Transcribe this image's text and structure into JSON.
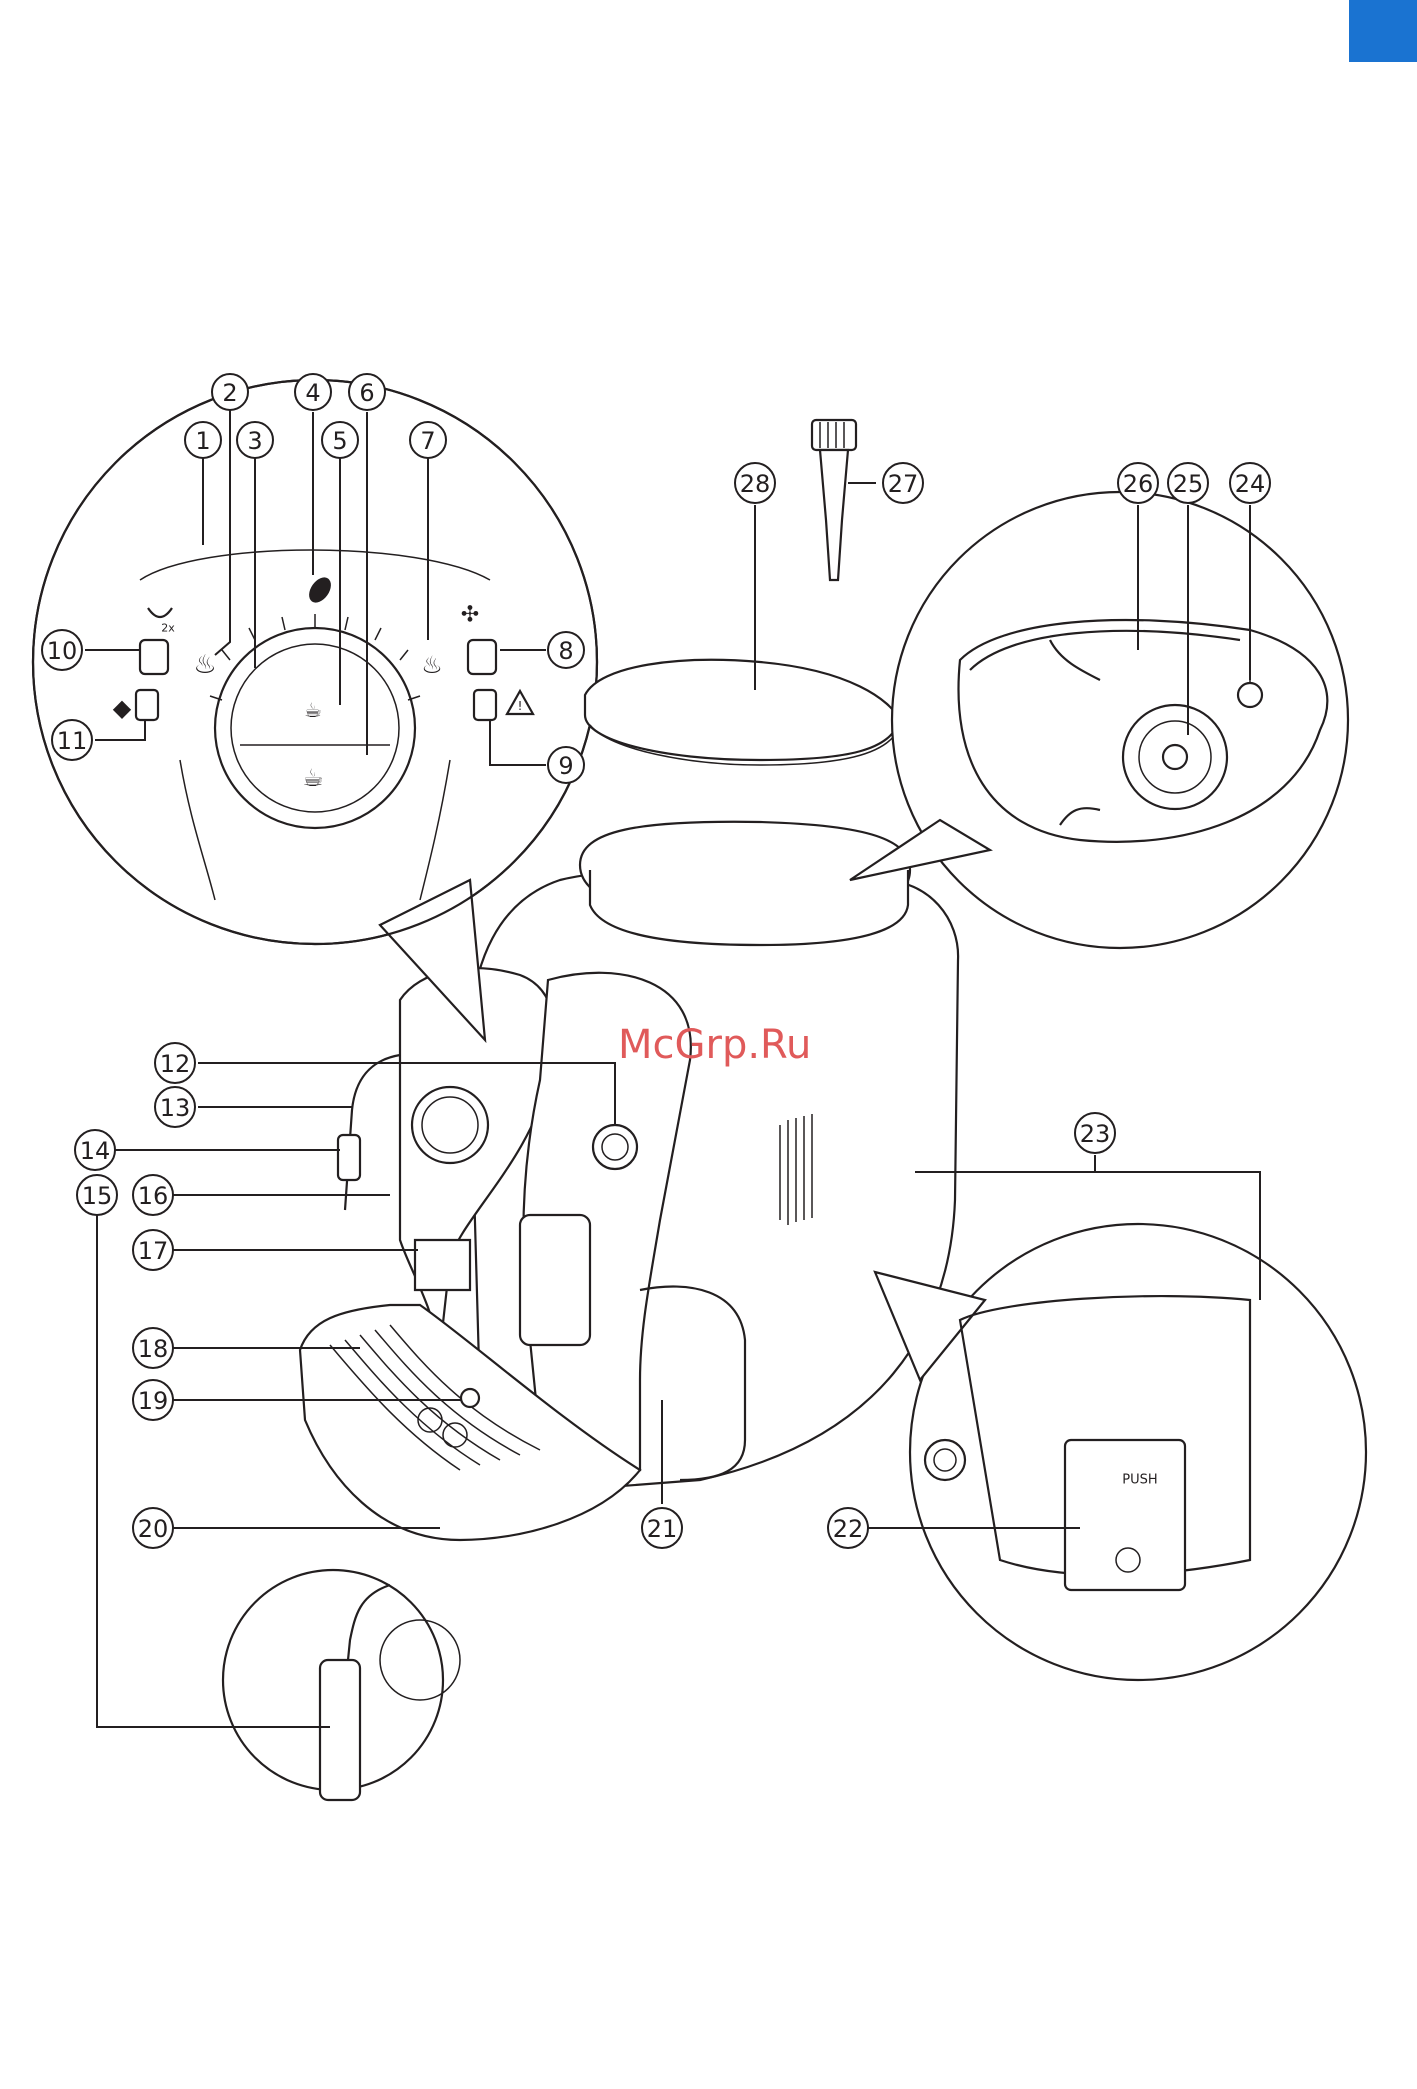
{
  "colors": {
    "accent": "#1a73d1",
    "ink": "#231f20",
    "watermark": "#e05a5a"
  },
  "watermark": "McGrp.Ru",
  "callouts": [
    "1",
    "2",
    "3",
    "4",
    "5",
    "6",
    "7",
    "8",
    "9",
    "10",
    "11",
    "12",
    "13",
    "14",
    "15",
    "16",
    "17",
    "18",
    "19",
    "20",
    "21",
    "22",
    "23",
    "24",
    "25",
    "26",
    "27",
    "28"
  ],
  "icons": {
    "double-cup": "double-cup-icon",
    "steam": "steam-icon",
    "bean": "coffee-bean-icon",
    "hot-water": "hot-water-icon",
    "descale": "descale-icon",
    "no-water": "water-empty-icon",
    "warning": "warning-icon",
    "power": "power-icon",
    "small-cup": "small-cup-icon",
    "large-cup": "large-cup-icon"
  },
  "labels": {
    "brew_unit_push": "PUSH",
    "double_indicator": "2x"
  }
}
